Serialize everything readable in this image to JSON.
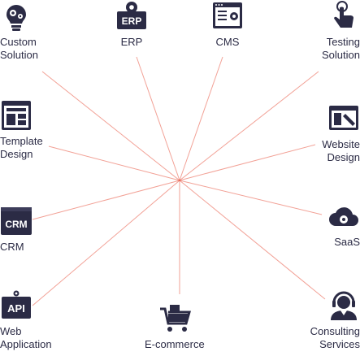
{
  "colors": {
    "icon": "#2b2b45",
    "ray": "#e8533f",
    "accent": "#ffffff"
  },
  "items": [
    {
      "id": "custom-solution",
      "label": "Custom\nSolution",
      "icon": "lightbulb-gears-icon"
    },
    {
      "id": "erp",
      "label": "ERP",
      "icon": "erp-icon",
      "icon_text": "ERP"
    },
    {
      "id": "cms",
      "label": "CMS",
      "icon": "cms-window-gear-icon"
    },
    {
      "id": "testing-solution",
      "label": "Testing\nSolution",
      "icon": "hand-touch-icon"
    },
    {
      "id": "template-design",
      "label": "Template\nDesign",
      "icon": "template-layout-icon"
    },
    {
      "id": "website-design",
      "label": "Website\nDesign",
      "icon": "website-pen-icon"
    },
    {
      "id": "crm",
      "label": "CRM",
      "icon": "crm-icon",
      "icon_text": "CRM"
    },
    {
      "id": "saas",
      "label": "SaaS",
      "icon": "cloud-gear-icon"
    },
    {
      "id": "web-application",
      "label": "Web\nApplication",
      "icon": "api-monitor-icon",
      "icon_text": "API"
    },
    {
      "id": "e-commerce",
      "label": "E-commerce",
      "icon": "shopping-cart-icon"
    },
    {
      "id": "consulting-services",
      "label": "Consulting\nServices",
      "icon": "support-agent-icon"
    }
  ]
}
